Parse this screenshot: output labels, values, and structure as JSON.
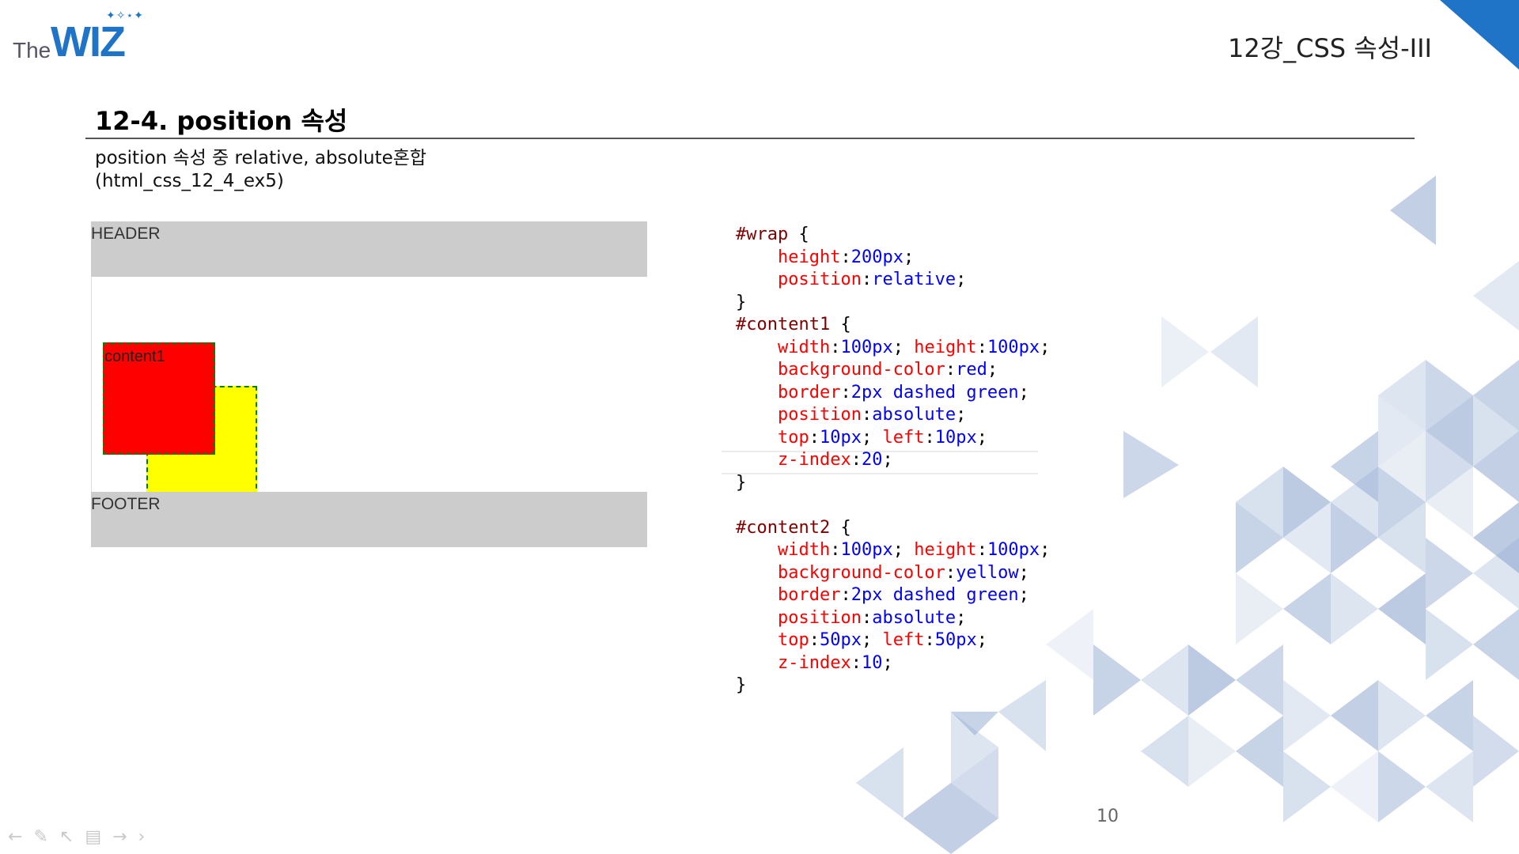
{
  "logo": {
    "the": "The",
    "wiz": "WIZ"
  },
  "lecture_title": "12강_CSS 속성-III",
  "section_title": "12-4. position 속성",
  "description": [
    "position 속성 중 relative, absolute혼합",
    "(html_css_12_4_ex5)"
  ],
  "demo": {
    "header_label": "HEADER",
    "footer_label": "FOOTER",
    "content1_label": "content1",
    "colors": {
      "gray": "#cccccc",
      "content1": "#ff0000",
      "content2": "#ffff00",
      "border": "#008000"
    }
  },
  "code_lines": [
    [
      {
        "t": "#wrap",
        "c": "sel"
      },
      {
        "t": " {",
        "c": "pun"
      }
    ],
    [
      {
        "t": "    ",
        "c": "pun"
      },
      {
        "t": "height",
        "c": "prop"
      },
      {
        "t": ":",
        "c": "pun"
      },
      {
        "t": "200px",
        "c": "val"
      },
      {
        "t": ";",
        "c": "pun"
      }
    ],
    [
      {
        "t": "    ",
        "c": "pun"
      },
      {
        "t": "position",
        "c": "prop"
      },
      {
        "t": ":",
        "c": "pun"
      },
      {
        "t": "relative",
        "c": "val"
      },
      {
        "t": ";",
        "c": "pun"
      }
    ],
    [
      {
        "t": "}",
        "c": "pun"
      }
    ],
    [
      {
        "t": "#content1",
        "c": "sel"
      },
      {
        "t": " {",
        "c": "pun"
      }
    ],
    [
      {
        "t": "    ",
        "c": "pun"
      },
      {
        "t": "width",
        "c": "prop"
      },
      {
        "t": ":",
        "c": "pun"
      },
      {
        "t": "100px",
        "c": "val"
      },
      {
        "t": "; ",
        "c": "pun"
      },
      {
        "t": "height",
        "c": "prop"
      },
      {
        "t": ":",
        "c": "pun"
      },
      {
        "t": "100px",
        "c": "val"
      },
      {
        "t": ";",
        "c": "pun"
      }
    ],
    [
      {
        "t": "    ",
        "c": "pun"
      },
      {
        "t": "background-color",
        "c": "prop"
      },
      {
        "t": ":",
        "c": "pun"
      },
      {
        "t": "red",
        "c": "val"
      },
      {
        "t": ";",
        "c": "pun"
      }
    ],
    [
      {
        "t": "    ",
        "c": "pun"
      },
      {
        "t": "border",
        "c": "prop"
      },
      {
        "t": ":",
        "c": "pun"
      },
      {
        "t": "2px dashed green",
        "c": "val"
      },
      {
        "t": ";",
        "c": "pun"
      }
    ],
    [
      {
        "t": "    ",
        "c": "pun"
      },
      {
        "t": "position",
        "c": "prop"
      },
      {
        "t": ":",
        "c": "pun"
      },
      {
        "t": "absolute",
        "c": "val"
      },
      {
        "t": ";",
        "c": "pun"
      }
    ],
    [
      {
        "t": "    ",
        "c": "pun"
      },
      {
        "t": "top",
        "c": "prop"
      },
      {
        "t": ":",
        "c": "pun"
      },
      {
        "t": "10px",
        "c": "val"
      },
      {
        "t": "; ",
        "c": "pun"
      },
      {
        "t": "left",
        "c": "prop"
      },
      {
        "t": ":",
        "c": "pun"
      },
      {
        "t": "10px",
        "c": "val"
      },
      {
        "t": ";",
        "c": "pun"
      }
    ],
    [
      {
        "t": "    ",
        "c": "pun"
      },
      {
        "t": "z-index",
        "c": "prop"
      },
      {
        "t": ":",
        "c": "pun"
      },
      {
        "t": "20",
        "c": "val"
      },
      {
        "t": ";",
        "c": "pun"
      }
    ],
    [
      {
        "t": "}",
        "c": "pun"
      }
    ],
    [
      {
        "t": "",
        "c": "pun"
      }
    ],
    [
      {
        "t": "#content2",
        "c": "sel"
      },
      {
        "t": " {",
        "c": "pun"
      }
    ],
    [
      {
        "t": "    ",
        "c": "pun"
      },
      {
        "t": "width",
        "c": "prop"
      },
      {
        "t": ":",
        "c": "pun"
      },
      {
        "t": "100px",
        "c": "val"
      },
      {
        "t": "; ",
        "c": "pun"
      },
      {
        "t": "height",
        "c": "prop"
      },
      {
        "t": ":",
        "c": "pun"
      },
      {
        "t": "100px",
        "c": "val"
      },
      {
        "t": ";",
        "c": "pun"
      }
    ],
    [
      {
        "t": "    ",
        "c": "pun"
      },
      {
        "t": "background-color",
        "c": "prop"
      },
      {
        "t": ":",
        "c": "pun"
      },
      {
        "t": "yellow",
        "c": "val"
      },
      {
        "t": ";",
        "c": "pun"
      }
    ],
    [
      {
        "t": "    ",
        "c": "pun"
      },
      {
        "t": "border",
        "c": "prop"
      },
      {
        "t": ":",
        "c": "pun"
      },
      {
        "t": "2px dashed green",
        "c": "val"
      },
      {
        "t": ";",
        "c": "pun"
      }
    ],
    [
      {
        "t": "    ",
        "c": "pun"
      },
      {
        "t": "position",
        "c": "prop"
      },
      {
        "t": ":",
        "c": "pun"
      },
      {
        "t": "absolute",
        "c": "val"
      },
      {
        "t": ";",
        "c": "pun"
      }
    ],
    [
      {
        "t": "    ",
        "c": "pun"
      },
      {
        "t": "top",
        "c": "prop"
      },
      {
        "t": ":",
        "c": "pun"
      },
      {
        "t": "50px",
        "c": "val"
      },
      {
        "t": "; ",
        "c": "pun"
      },
      {
        "t": "left",
        "c": "prop"
      },
      {
        "t": ":",
        "c": "pun"
      },
      {
        "t": "50px",
        "c": "val"
      },
      {
        "t": ";",
        "c": "pun"
      }
    ],
    [
      {
        "t": "    ",
        "c": "pun"
      },
      {
        "t": "z-index",
        "c": "prop"
      },
      {
        "t": ":",
        "c": "pun"
      },
      {
        "t": "10",
        "c": "val"
      },
      {
        "t": ";",
        "c": "pun"
      }
    ],
    [
      {
        "t": "}",
        "c": "pun"
      }
    ]
  ],
  "page_number": "10",
  "theme": {
    "accent": "#1f74c8",
    "triangle": "#8fa8cf"
  },
  "nav_icons": [
    "back-arrow-icon",
    "pen-icon",
    "pointer-icon",
    "slides-icon",
    "forward-arrow-icon",
    "next-icon"
  ]
}
